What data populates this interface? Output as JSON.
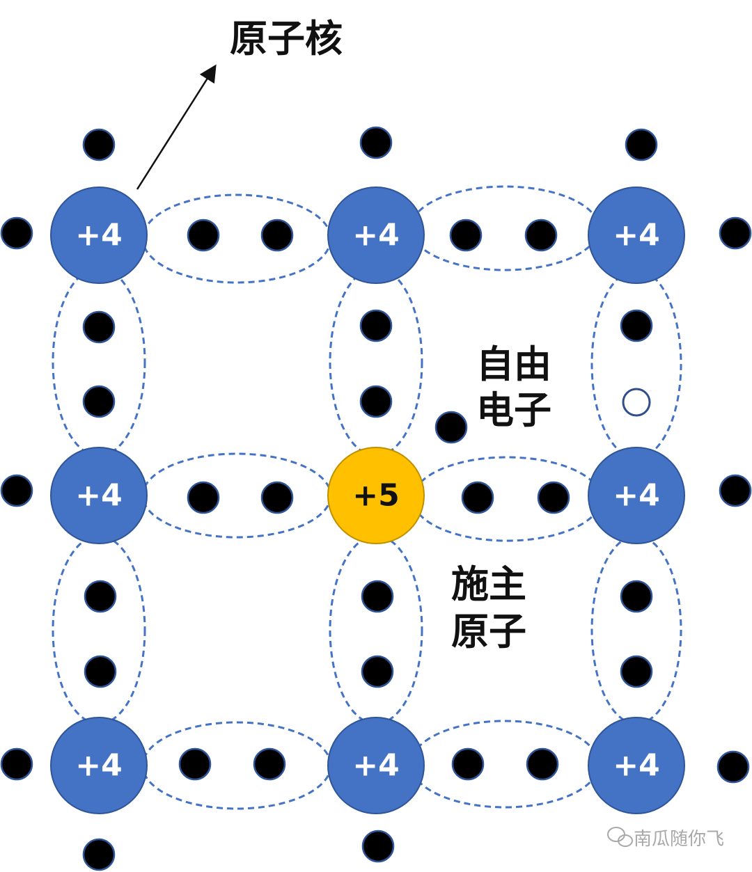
{
  "labels": {
    "nucleus": "原子核",
    "free_electron_line1": "自由",
    "free_electron_line2": "电子",
    "donor_line1": "施主",
    "donor_line2": "原子"
  },
  "atoms": {
    "silicon_charge": "+4",
    "donor_charge": "+5"
  },
  "watermark": {
    "text": "南瓜随你飞"
  },
  "colors": {
    "silicon_nucleus": "#4472c4",
    "donor_nucleus": "#ffc000",
    "bond_dashes": "#4472c4",
    "electron": "#000000",
    "hole_outline": "#2f4e8c"
  }
}
